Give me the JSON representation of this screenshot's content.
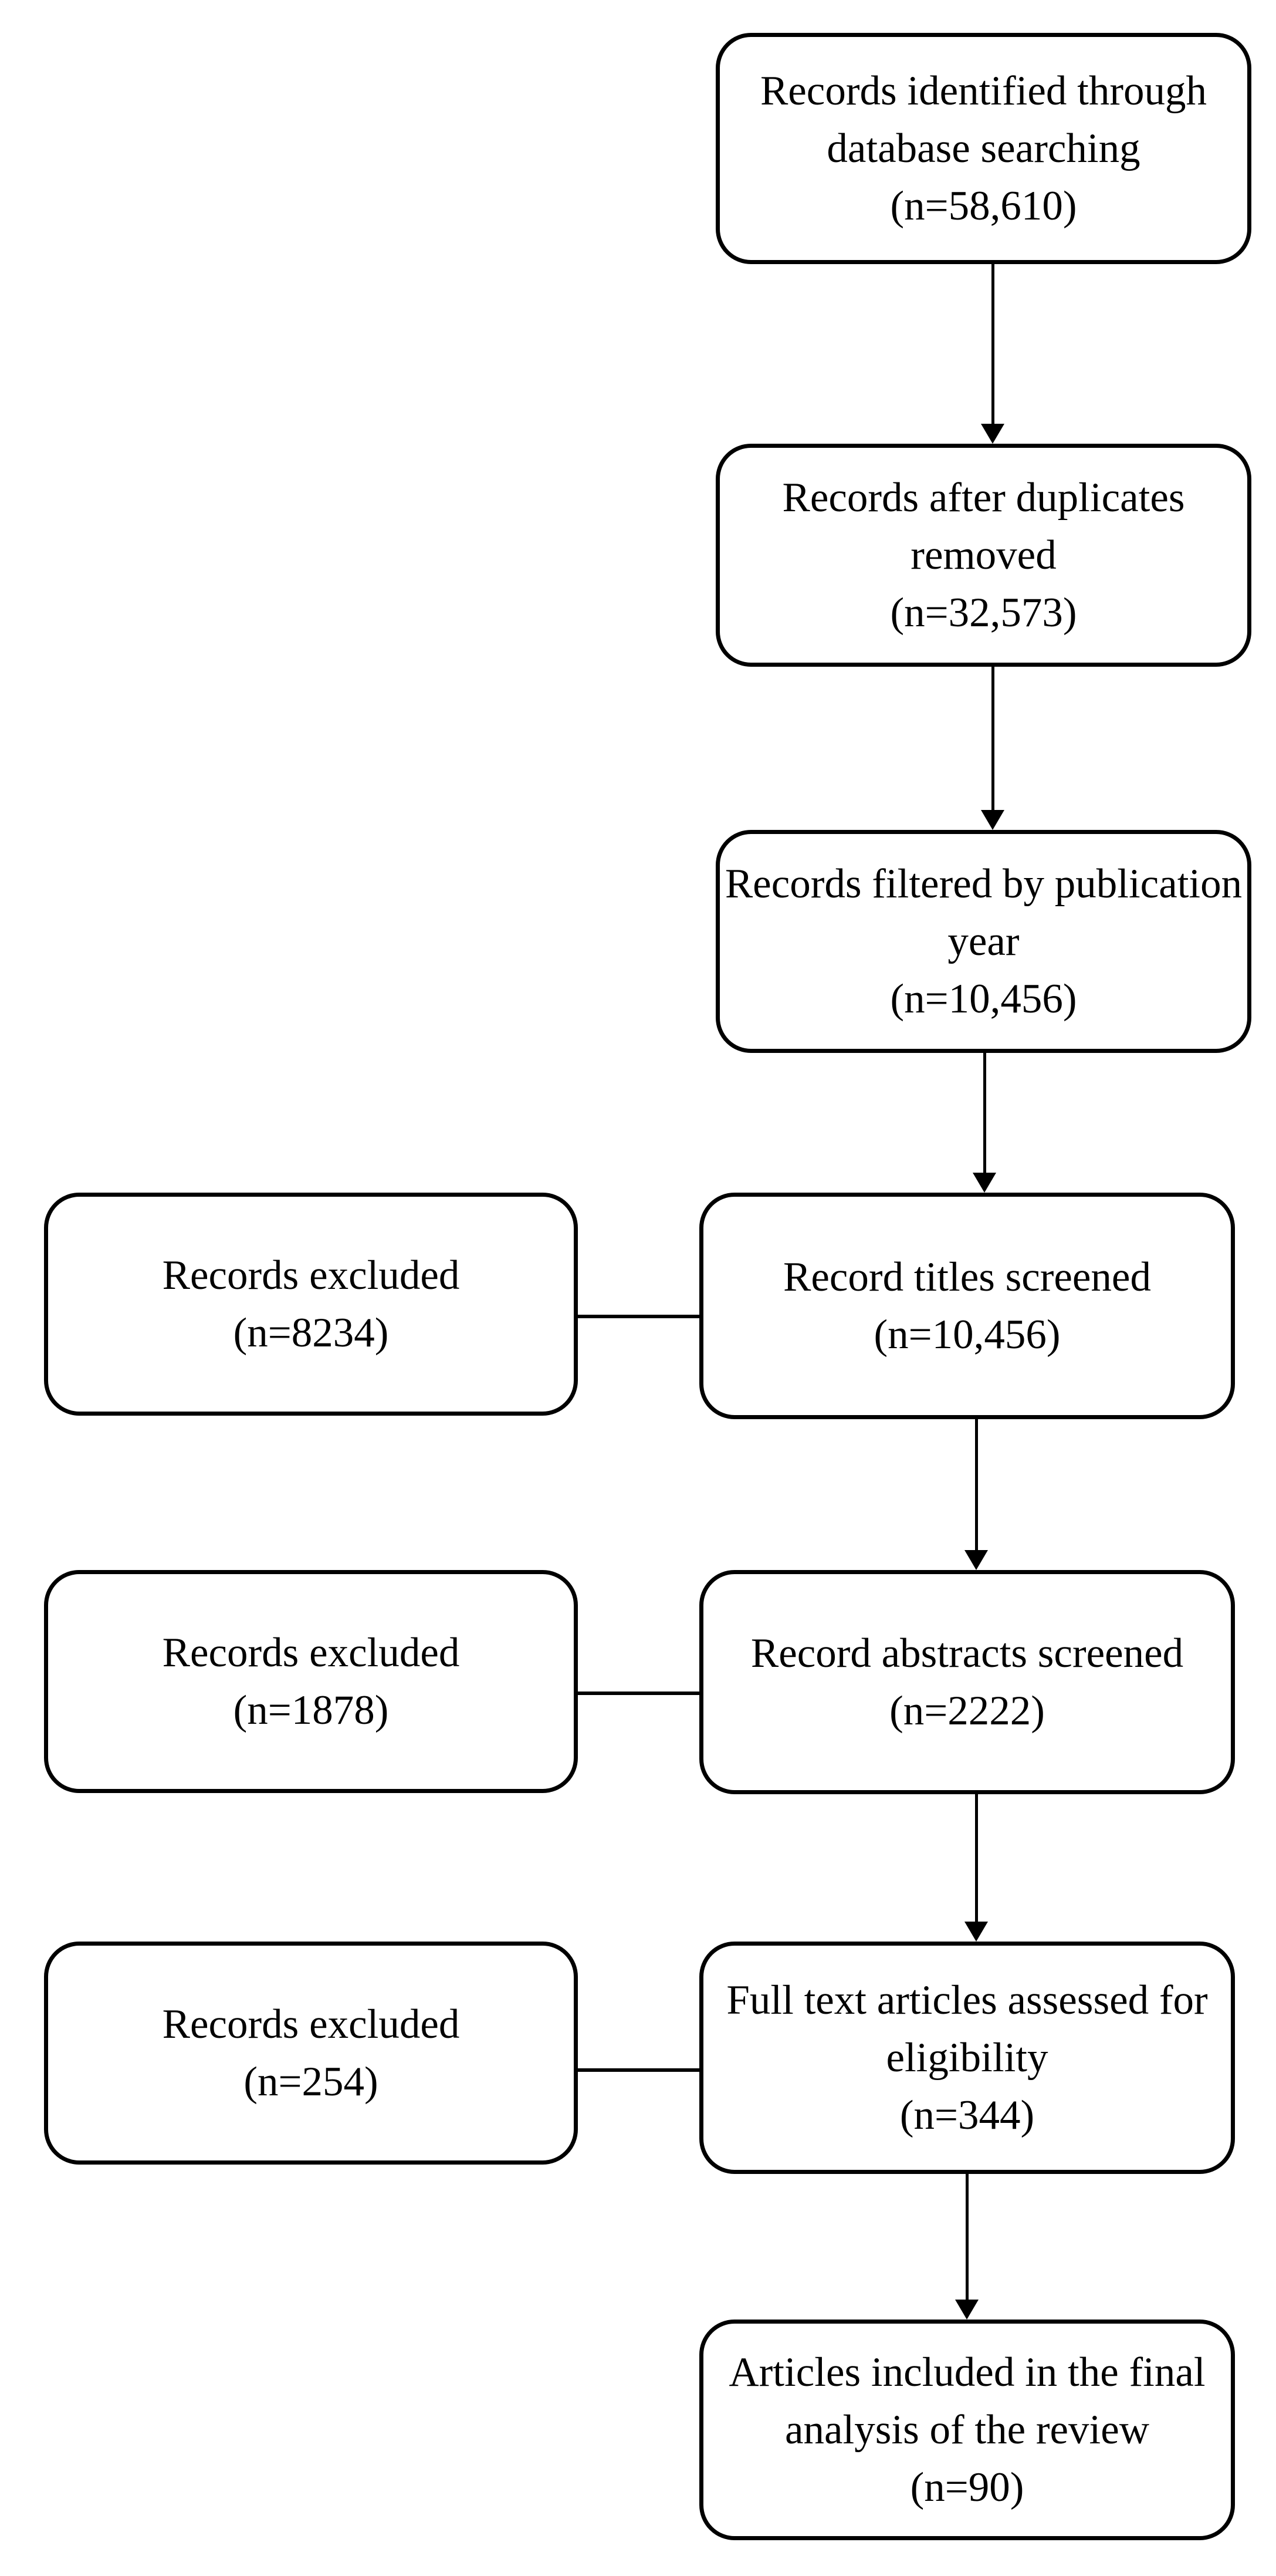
{
  "diagram": {
    "type": "flowchart",
    "colors": {
      "line": "#000000",
      "box_fill": "#ffffff",
      "text": "#000000",
      "background": "#ffffff"
    },
    "main_flow": [
      {
        "name": "records-identified",
        "lines": [
          "Records identified through",
          "database searching",
          "(n=58,610)"
        ]
      },
      {
        "name": "duplicates-removed",
        "lines": [
          "Records after duplicates",
          "removed",
          "(n=32,573)"
        ]
      },
      {
        "name": "filtered-by-year",
        "lines": [
          "Records filtered by publication",
          "year",
          "(n=10,456)"
        ]
      },
      {
        "name": "titles-screened",
        "lines": [
          "Record titles screened",
          "(n=10,456)"
        ]
      },
      {
        "name": "abstracts-screened",
        "lines": [
          "Record abstracts screened",
          "(n=2222)"
        ]
      },
      {
        "name": "fulltext-assessed",
        "lines": [
          "Full text articles assessed for",
          "eligibility",
          "(n=344)"
        ]
      },
      {
        "name": "included-final",
        "lines": [
          "Articles included in the final",
          "analysis of the review",
          "(n=90)"
        ]
      }
    ],
    "exclusions": [
      {
        "name": "excluded-at-title",
        "lines": [
          "Records excluded",
          "(n=8234)"
        ],
        "connects_to": "titles-screened"
      },
      {
        "name": "excluded-at-abstract",
        "lines": [
          "Records excluded",
          "(n=1878)"
        ],
        "connects_to": "abstracts-screened"
      },
      {
        "name": "excluded-at-fulltext",
        "lines": [
          "Records excluded",
          "(n=254)"
        ],
        "connects_to": "fulltext-assessed"
      }
    ]
  }
}
